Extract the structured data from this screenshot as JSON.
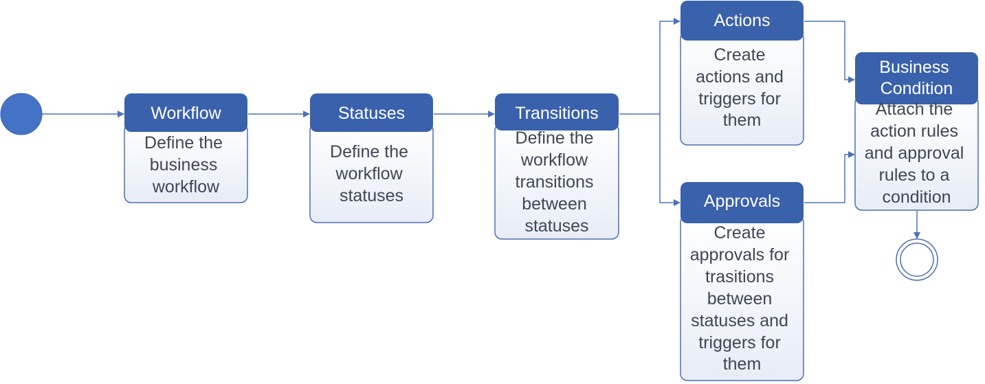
{
  "colors": {
    "header_fill": "#3a61ab",
    "body_stroke": "#4a6fb4",
    "body_fill_top": "#ffffff",
    "body_fill_bottom": "#e7ecf6",
    "connector": "#4a72bd",
    "start_node": "#4472c4",
    "text_dark": "#3f4654",
    "text_light": "#ffffff"
  },
  "nodes": {
    "workflow": {
      "title": [
        "Workflow"
      ],
      "description": [
        "Define the",
        "business",
        "workflow"
      ]
    },
    "statuses": {
      "title": [
        "Statuses"
      ],
      "description": [
        "Define the",
        "workflow",
        "statuses"
      ]
    },
    "transitions": {
      "title": [
        "Transitions"
      ],
      "description": [
        "Define the",
        "workflow",
        "transitions",
        "between",
        "statuses"
      ]
    },
    "actions": {
      "title": [
        "Actions"
      ],
      "description": [
        "Create",
        "actions and",
        "triggers for",
        "them"
      ]
    },
    "approvals": {
      "title": [
        "Approvals"
      ],
      "description": [
        "Create",
        "approvals for",
        "trasitions",
        "between",
        "statuses and",
        "triggers for",
        "them"
      ]
    },
    "business_condition": {
      "title": [
        "Business",
        "Condition"
      ],
      "description": [
        "Attach the",
        "action rules",
        "and approval",
        "rules to a",
        "condition"
      ]
    }
  }
}
